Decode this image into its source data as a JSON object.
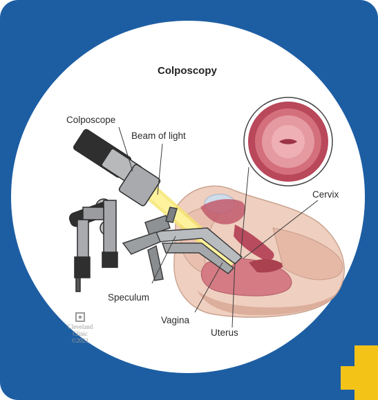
{
  "colors": {
    "frame_blue": "#1d5ea3",
    "accent_yellow": "#f4c318",
    "background": "#ffffff"
  },
  "diagram": {
    "title": "Colposcopy",
    "labels": {
      "colposcope": "Colposcope",
      "beam_of_light": "Beam of light",
      "cervix": "Cervix",
      "speculum": "Speculum",
      "vagina": "Vagina",
      "uterus": "Uterus"
    },
    "logo": {
      "line1": "Cleveland",
      "line2": "Clinic",
      "line3": "©2021"
    }
  }
}
